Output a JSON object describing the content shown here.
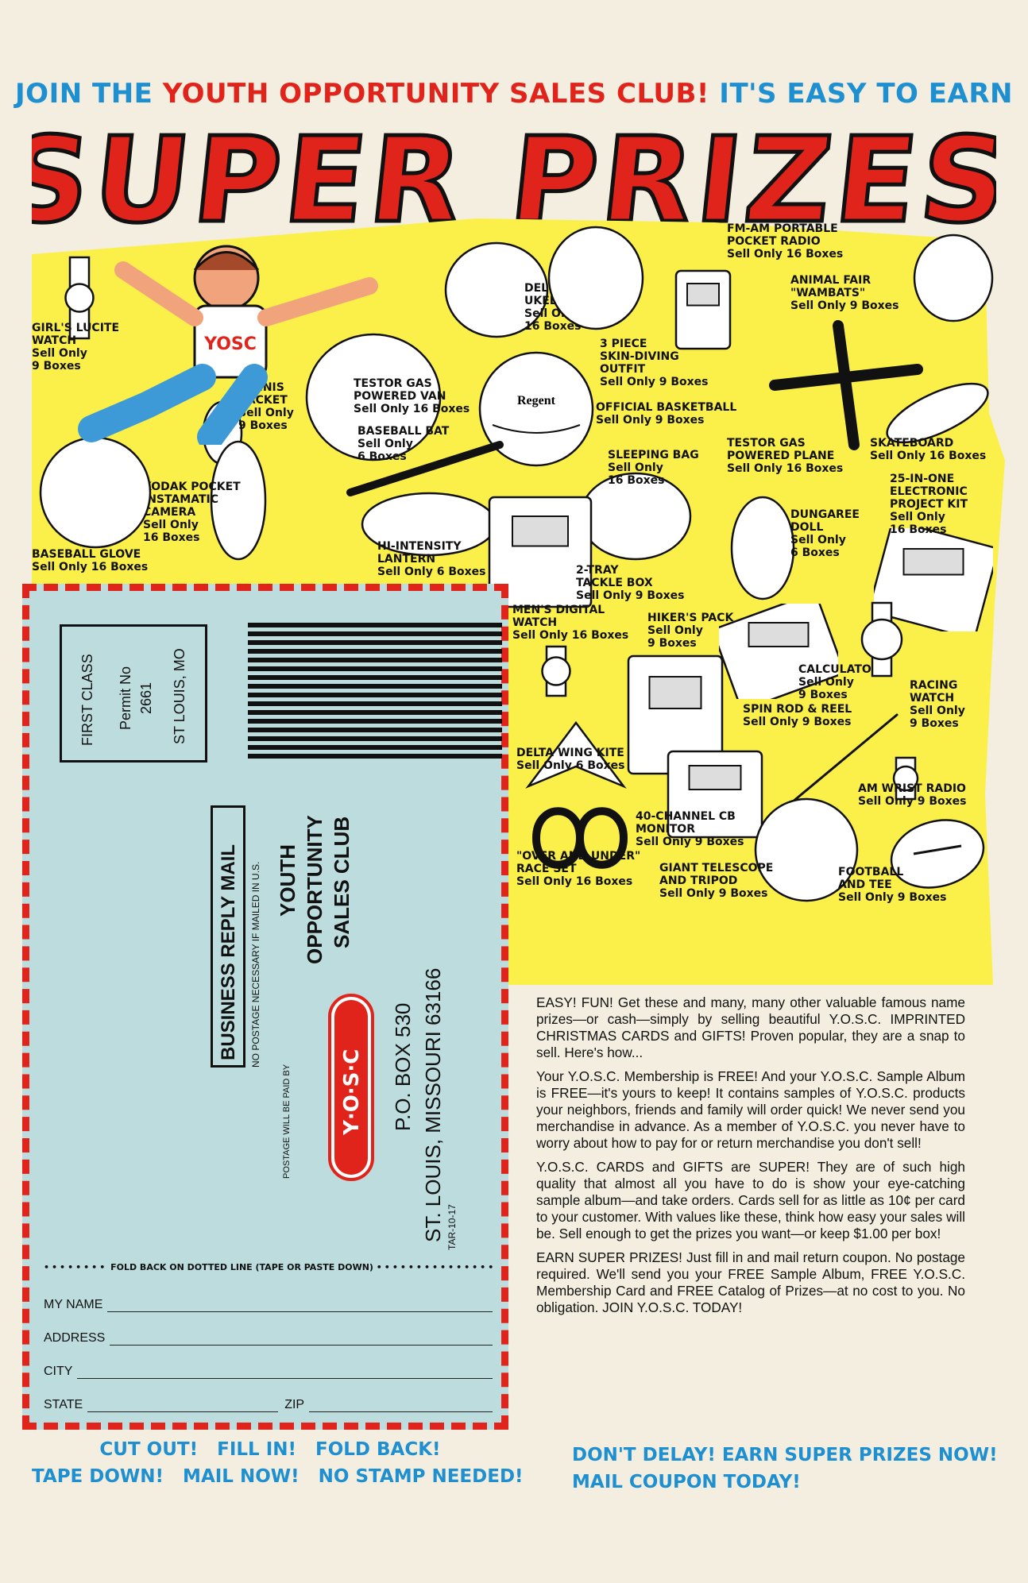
{
  "header": {
    "part1": "JOIN THE ",
    "part2": "YOUTH OPPORTUNITY SALES CLUB!",
    "part3": " IT'S EASY TO EARN",
    "title": "SUPER PRIZES"
  },
  "colors": {
    "blue": "#1e8fd0",
    "red": "#e0241b",
    "yellow": "#fbf04a",
    "coupon": "#bcdcde",
    "paper": "#f3eedf"
  },
  "prizes": [
    {
      "label": "GIRL'S LUCITE\nWATCH\nSell Only\n9 Boxes",
      "icon": "watch-icon"
    },
    {
      "label": "TENNIS\nRACKET\nSell Only\n9 Boxes",
      "icon": "tennis-racket-icon"
    },
    {
      "label": "TESTOR GAS\nPOWERED VAN\nSell Only 16 Boxes",
      "icon": "van-icon"
    },
    {
      "label": "DELUXE\nUKELELE\nSell Only\n16 Boxes",
      "icon": "ukulele-icon"
    },
    {
      "label": "3 PIECE\nSKIN-DIVING\nOUTFIT\nSell Only 9 Boxes",
      "icon": "diving-fins-icon"
    },
    {
      "label": "FM-AM PORTABLE\nPOCKET RADIO\nSell Only 16 Boxes",
      "icon": "radio-icon"
    },
    {
      "label": "ANIMAL FAIR\n\"WAMBATS\"\nSell Only 9 Boxes",
      "icon": "plush-animal-icon"
    },
    {
      "label": "OFFICIAL BASKETBALL\nSell Only 9 Boxes",
      "icon": "basketball-icon"
    },
    {
      "label": "TESTOR GAS\nPOWERED PLANE\nSell Only 16 Boxes",
      "icon": "airplane-icon"
    },
    {
      "label": "SKATEBOARD\nSell Only 16 Boxes",
      "icon": "skateboard-icon"
    },
    {
      "label": "KODAK POCKET\nINSTAMATIC\nCAMERA\nSell Only\n16 Boxes",
      "icon": "camera-icon"
    },
    {
      "label": "BASEBALL BAT\nSell Only\n6 Boxes",
      "icon": "baseball-bat-icon"
    },
    {
      "label": "SLEEPING BAG\nSell Only\n16 Boxes",
      "icon": "sleeping-bag-icon"
    },
    {
      "label": "25-IN-ONE\nELECTRONIC\nPROJECT KIT\nSell Only\n16 Boxes",
      "icon": "project-kit-icon"
    },
    {
      "label": "DUNGAREE\nDOLL\nSell Only\n6 Boxes",
      "icon": "doll-icon"
    },
    {
      "label": "BASEBALL GLOVE\nSell Only 16 Boxes",
      "icon": "baseball-glove-icon"
    },
    {
      "label": "HI-INTENSITY\nLANTERN\nSell Only 6 Boxes",
      "icon": "lantern-icon"
    },
    {
      "label": "2-TRAY\nTACKLE BOX\nSell Only 9 Boxes",
      "icon": "tackle-box-icon"
    },
    {
      "label": "MEN'S DIGITAL\nWATCH\nSell Only 16 Boxes",
      "icon": "digital-watch-icon"
    },
    {
      "label": "HIKER'S PACK\nSell Only\n9 Boxes",
      "icon": "backpack-icon"
    },
    {
      "label": "CALCULATOR\nSell Only\n9 Boxes",
      "icon": "calculator-icon"
    },
    {
      "label": "RACING\nWATCH\nSell Only\n9 Boxes",
      "icon": "racing-watch-icon"
    },
    {
      "label": "SPIN ROD & REEL\nSell Only 9 Boxes",
      "icon": "fishing-rod-icon"
    },
    {
      "label": "DELTA WING KITE\nSell Only 6 Boxes",
      "icon": "kite-icon"
    },
    {
      "label": "AM WRIST RADIO\nSell Only 9 Boxes",
      "icon": "wrist-radio-icon"
    },
    {
      "label": "40-CHANNEL CB\nMONITOR\nSell Only 9 Boxes",
      "icon": "cb-monitor-icon"
    },
    {
      "label": "\"OVER AND UNDER\"\nRACE SET\nSell Only 16 Boxes",
      "icon": "race-track-icon"
    },
    {
      "label": "GIANT TELESCOPE\nAND TRIPOD\nSell Only 9 Boxes",
      "icon": "telescope-icon"
    },
    {
      "label": "FOOTBALL\nAND TEE\nSell Only 9 Boxes",
      "icon": "football-icon"
    }
  ],
  "mascot": {
    "shirt_text": "YOSC",
    "icon": "mascot-icon"
  },
  "basketball_brand": "Regent",
  "coupon": {
    "stamp": {
      "line1": "FIRST CLASS",
      "line2": "Permit No",
      "line3": "2661",
      "line4": "ST LOUIS, MO"
    },
    "brm_title": "BUSINESS REPLY MAIL",
    "brm_sub": "NO POSTAGE NECESSARY IF MAILED IN U.S.",
    "postage_paid": "POSTAGE WILL BE PAID BY",
    "club_line1": "YOUTH",
    "club_line2": "OPPORTUNITY",
    "club_line3": "SALES CLUB",
    "logo_text": "Y·O·S·C",
    "address1": "P.O. BOX 530",
    "address2": "ST. LOUIS, MISSOURI 63166",
    "code": "TAR-10-17",
    "fold_text": "FOLD BACK ON DOTTED LINE (TAPE OR PASTE DOWN)",
    "fields": {
      "name": "MY NAME",
      "address": "ADDRESS",
      "city": "CITY",
      "state": "STATE",
      "zip": "ZIP"
    }
  },
  "coupon_footer": {
    "line1": "CUT OUT!   FILL IN!   FOLD BACK!",
    "line2": "TAPE DOWN!   MAIL NOW!   NO STAMP NEEDED!"
  },
  "copy": {
    "p1": "EASY! FUN! Get these and many, many other valuable famous name prizes—or cash—simply by selling beautiful Y.O.S.C. IMPRINTED CHRISTMAS CARDS and GIFTS! Proven popular, they are a snap to sell. Here's how...",
    "p2": "Your Y.O.S.C. Membership is FREE! And your Y.O.S.C. Sample Album is FREE—it's yours to keep! It contains samples of Y.O.S.C. products your neighbors, friends and family will order quick! We never send you merchandise in advance. As a member of Y.O.S.C. you never have to worry about how to pay for or return merchandise you don't sell!",
    "p3": "Y.O.S.C. CARDS and GIFTS are SUPER! They are of such high quality that almost all you have to do is show your eye-catching sample album—and take orders. Cards sell for as little as 10¢ per card to your customer. With values like these, think how easy your sales will be. Sell enough to get the prizes you want—or keep $1.00 per box!",
    "p4": "EARN SUPER PRIZES! Just fill in and mail return coupon. No postage required. We'll send you your FREE Sample Album, FREE Y.O.S.C. Membership Card and FREE Catalog of Prizes—at no cost to you. No obligation. JOIN Y.O.S.C. TODAY!"
  },
  "cta": {
    "line1": "DON'T DELAY! EARN SUPER PRIZES NOW!",
    "line2": "MAIL COUPON TODAY!"
  }
}
